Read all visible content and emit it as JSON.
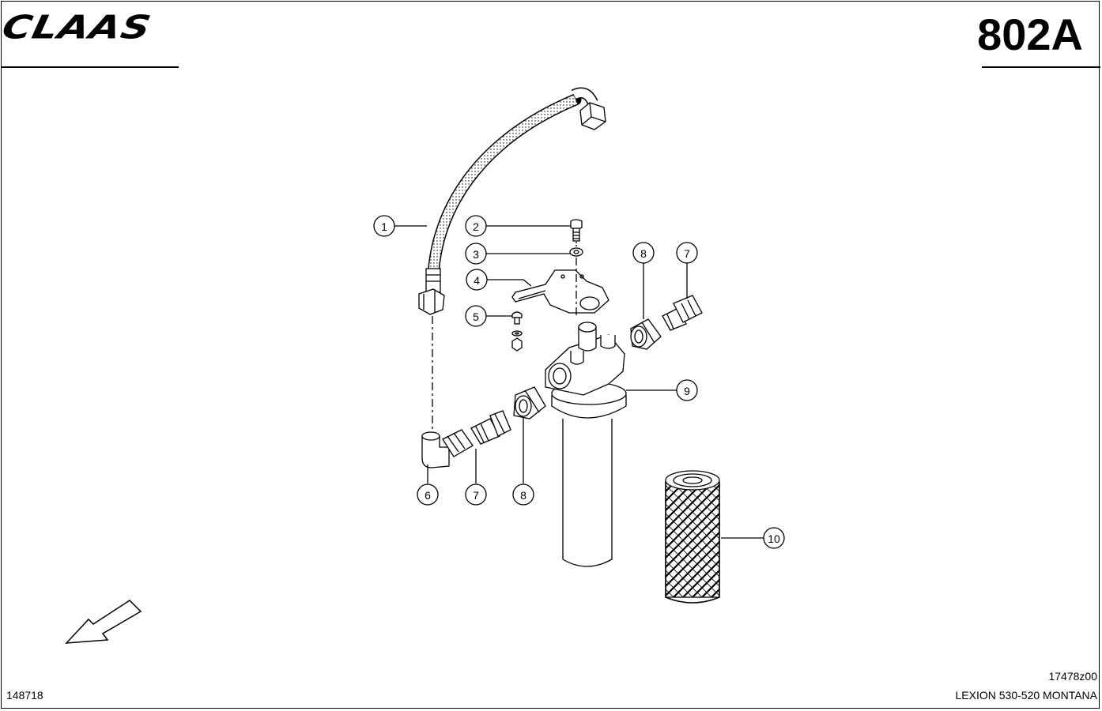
{
  "header": {
    "brand": "CLAAS",
    "page_code": "802A"
  },
  "footer": {
    "drawing_number": "148718",
    "reference_code": "17478z00",
    "model": "LEXION 530-520 MONTANA"
  },
  "callouts": [
    "1",
    "2",
    "3",
    "4",
    "5",
    "6",
    "7",
    "7",
    "8",
    "8",
    "9",
    "10"
  ],
  "colors": {
    "line": "#000000",
    "background": "#ffffff"
  },
  "icons": {
    "direction": "direction-arrow-icon"
  }
}
